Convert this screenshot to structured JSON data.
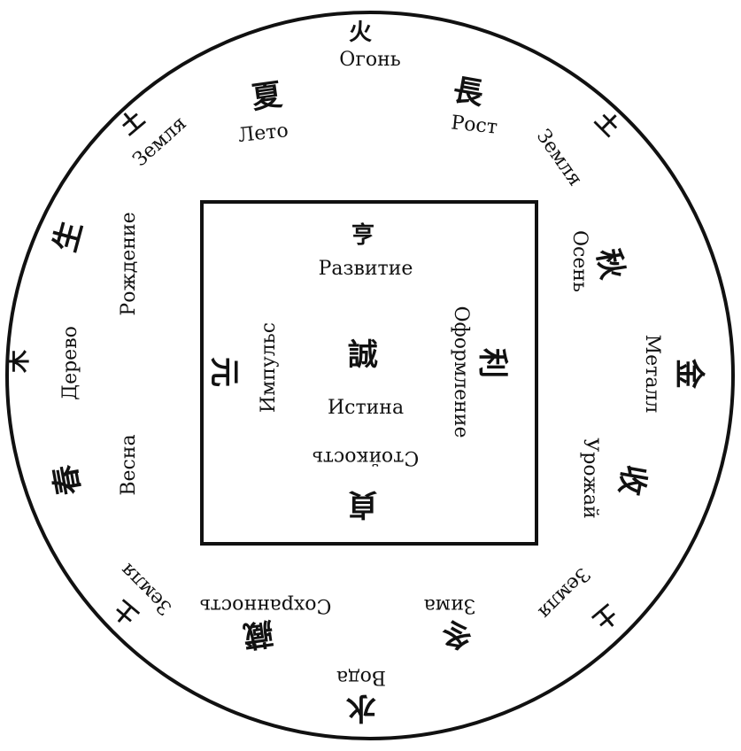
{
  "outer": [
    {
      "char": "火",
      "label": "Огонь"
    },
    {
      "char": "夏",
      "label": "Лето"
    },
    {
      "char": "長",
      "label": "Рост"
    },
    {
      "char": "土",
      "label": "Земля"
    },
    {
      "char": "土",
      "label": "Земля"
    },
    {
      "char": "生",
      "label": "Рождение"
    },
    {
      "char": "秋",
      "label": "Осень"
    },
    {
      "char": "木",
      "label": "Дерево"
    },
    {
      "char": "金",
      "label": "Металл"
    },
    {
      "char": "春",
      "label": "Весна"
    },
    {
      "char": "收",
      "label": "Урожай"
    },
    {
      "char": "土",
      "label": "Земля"
    },
    {
      "char": "土",
      "label": "Земля"
    },
    {
      "char": "藏",
      "label": "Сохранность"
    },
    {
      "char": "冬",
      "label": "Зима"
    },
    {
      "char": "水",
      "label": "Вода"
    }
  ],
  "inner": [
    {
      "char": "亨",
      "label": "Развитие"
    },
    {
      "char": "元",
      "label": "Импульс"
    },
    {
      "char": "誠",
      "label": "Истина"
    },
    {
      "char": "利",
      "label": "Оформление"
    },
    {
      "char": "貞",
      "label": "Стойкость"
    }
  ]
}
